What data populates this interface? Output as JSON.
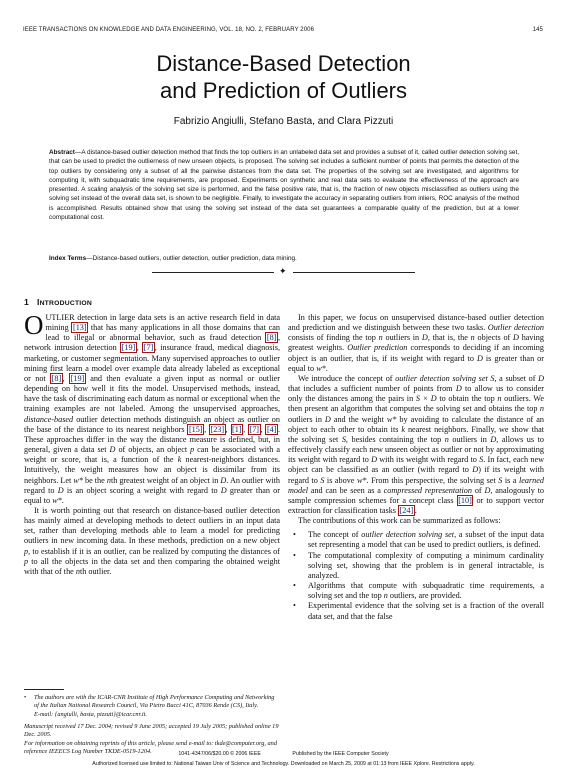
{
  "header": {
    "journal": "IEEE TRANSACTIONS ON KNOWLEDGE AND DATA ENGINEERING,    VOL. 18,    NO. 2,    FEBRUARY 2006",
    "page_number": "145"
  },
  "title_line1": "Distance-Based Detection",
  "title_line2": "and Prediction of Outliers",
  "authors": "Fabrizio Angiulli, Stefano Basta, and Clara Pizzuti",
  "abstract": {
    "label": "Abstract",
    "text": "—A distance-based outlier detection method that finds the top outliers in an unlabeled data set and provides a subset of it, called outlier detection solving set, that can be used to predict the outlierness of new unseen objects, is proposed. The solving set includes a sufficient number of points that permits the detection of the top outliers by considering only a subset of all the pairwise distances from the data set. The properties of the solving set are investigated, and algorithms for computing it, with subquadratic time requirements, are proposed. Experiments on synthetic and real data sets to evaluate the effectiveness of the approach are presented. A scaling analysis of the solving set size is performed, and the false positive rate, that is, the fraction of new objects misclassified as outliers using the solving set instead of the overall data set, is shown to be negligible. Finally, to investigate the accuracy in separating outliers from inliers, ROC analysis of the method is accomplished. Results obtained show that using the solving set instead of the data set guarantees a comparable quality of the prediction, but at a lower computational cost."
  },
  "index_terms": {
    "label": "Index Terms",
    "text": "—Distance-based outliers, outlier detection, outlier prediction, data mining."
  },
  "section": {
    "number": "1",
    "title_first": "I",
    "title_rest": "NTRODUCTION"
  },
  "left_col": {
    "dropcap": "O",
    "p1_a": "UTLIER",
    "p1_b": " detection in large data sets is an active research field in data mining ",
    "p1_ref1": "[13]",
    "p1_c": " that has many applications in all those domains that can lead to illegal or abnormal behavior, such as fraud detection ",
    "p1_ref2": "[8]",
    "p1_d": ", network intrusion detection ",
    "p1_ref3": "[19]",
    "p1_e": ", ",
    "p1_ref4": "[7]",
    "p1_f": ", insurance fraud, medical diagnosis, marketing, or customer segmentation. Many supervised approaches to outlier mining first learn a model over example data already labeled as exceptional or not ",
    "p1_ref5": "[8]",
    "p1_g": ", ",
    "p1_ref6": "[19]",
    "p1_h": " and then evaluate a given input as normal or outlier depending on how well it fits the model. Unsupervised methods, instead, have the task of discriminating each datum as normal or exceptional when the training examples are not labeled. Among the unsupervised approaches, ",
    "p1_i": "distance-based",
    "p1_j": " outlier detection methods distinguish an object as outlier on the base of the distance to its nearest neighbors ",
    "p1_ref7": "[15]",
    "p1_k": ", ",
    "p1_ref8": "[23]",
    "p1_l": ", ",
    "p1_ref9": "[1]",
    "p1_m": ", ",
    "p1_ref10": "[7]",
    "p1_n": ", ",
    "p1_ref11": "[4]",
    "p1_o": ". These approaches differ in the way the distance measure is defined, but, in general, given a data set ",
    "p1_p": "D",
    "p1_q": " of objects, an object ",
    "p1_r": "p",
    "p1_s": " can be associated with a weight or score, that is, a function of the ",
    "p1_t": "k",
    "p1_u": " nearest-neighbors distances. Intuitively, the weight measures how an object is dissimilar from its neighbors. Let ",
    "p1_v": "w*",
    "p1_w": " be the ",
    "p1_x": "n",
    "p1_y": "th greatest weight of an object in ",
    "p1_z": "D",
    "p1_za": ". An outlier with regard to ",
    "p1_zb": "D",
    "p1_zc": " is an object scoring a weight with regard to ",
    "p1_zd": "D",
    "p1_ze": " greater than or equal to ",
    "p1_zf": "w*",
    "p1_zg": ".",
    "p2_a": "It is worth pointing out that research on distance-based outlier detection has mainly aimed at developing methods to detect outliers in an input data set, rather than developing methods able to learn a model for predicting outliers in new incoming data. In these methods, prediction on a new object ",
    "p2_b": "p",
    "p2_c": ", to establish if it is an outlier, can be realized by computing the distances of ",
    "p2_d": "p",
    "p2_e": " to all the objects in the data set and then comparing the obtained weight with that of the ",
    "p2_f": "n",
    "p2_g": "th outlier."
  },
  "footnotes": {
    "bullet": "•",
    "affil_a": "The authors are with the ICAR-CNR Institute of High Performance Computing and Networking of the Italian National Research Council, Via Pietro Bucci 41C, 87036 Rende (CS), Italy.",
    "affil_b": "E-mail: {angiulli, basta, pizzuti}@icar.cnr.it.",
    "received": "Manuscript received 17 Dec. 2004; revised 9 June 2005; accepted 19 July 2005; published online 19 Dec. 2005.",
    "reprints": "For information on obtaining reprints of this article, please send e-mail to: tkde@computer.org, and reference IEEECS Log Number TKDE-0519-1204."
  },
  "right_col": {
    "p1_a": "In this paper, we focus on unsupervised distance-based outlier detection and prediction and we distinguish between these two tasks. ",
    "p1_b": "Outlier detection",
    "p1_c": " consists of finding the top ",
    "p1_d": "n",
    "p1_e": " outliers in ",
    "p1_f": "D",
    "p1_g": ", that is, the ",
    "p1_h": "n",
    "p1_i": " objects of ",
    "p1_j": "D",
    "p1_k": " having greatest weights. ",
    "p1_l": "Outlier prediction",
    "p1_m": " corresponds to deciding if an incoming object is an outlier, that is, if its weight with regard to ",
    "p1_n": "D",
    "p1_o": " is greater than or equal to ",
    "p1_p": "w*",
    "p1_q": ".",
    "p2_a": "We introduce the concept of ",
    "p2_b": "outlier detection solving set S",
    "p2_c": ", a subset of ",
    "p2_d": "D",
    "p2_e": " that includes a sufficient number of points from ",
    "p2_f": "D",
    "p2_g": " to allow us to consider only the distances among the pairs in ",
    "p2_h": "S × D",
    "p2_i": " to obtain the top ",
    "p2_j": "n",
    "p2_k": " outliers. We then present an algorithm that computes the solving set and obtains the top ",
    "p2_l": "n",
    "p2_m": " outliers in ",
    "p2_n": "D",
    "p2_o": " and the weight ",
    "p2_p": "w*",
    "p2_q": " by avoiding to calculate the distance of an object to each other to obtain its ",
    "p2_r": "k",
    "p2_s": " nearest neighbors. Finally, we show that the solving set ",
    "p2_t": "S",
    "p2_u": ", besides containing the top ",
    "p2_v": "n",
    "p2_w": " outliers in ",
    "p2_x": "D",
    "p2_y": ", allows us to effectively classify each new unseen object as outlier or not by approximating its weight with regard to ",
    "p2_z": "D",
    "p2_za": " with its weight with regard to ",
    "p2_zb": "S",
    "p2_zc": ". In fact, each new object can be classified as an outlier (with regard to ",
    "p2_zd": "D",
    "p2_ze": ") if its weight with regard to ",
    "p2_zf": "S",
    "p2_zg": " is above ",
    "p2_zh": "w*",
    "p2_zi": ". From this perspective, the solving set ",
    "p2_zj": "S",
    "p2_zk": " is a ",
    "p2_zl": "learned model",
    "p2_zm": " and can be seen as a ",
    "p2_zn": "compressed representation",
    "p2_zo": " of ",
    "p2_zp": "D",
    "p2_zq": ", analogously to sample compression schemes for a concept class ",
    "p2_ref1": "[10]",
    "p2_zr": " or to support vector extraction for classification tasks ",
    "p2_ref2": "[24]",
    "p2_zs": ".",
    "p3": "The contributions of this work can be summarized as follows:",
    "bullets": [
      {
        "a": "The concept of ",
        "b": "outlier detection solving set",
        "c": ", a subset of the input data set representing a model that can be used to predict outliers, is defined."
      },
      {
        "a": "The computational complexity of computing a minimum cardinality solving set, showing that the problem is in general intractable, is analyzed.",
        "b": "",
        "c": ""
      },
      {
        "a": "Algorithms that compute with subquadratic time requirements, a solving set and the top ",
        "b": "n",
        "c": " outliers, are provided."
      },
      {
        "a": "Experimental evidence that the solving set is a fraction of the overall data set, and that the false",
        "b": "",
        "c": ""
      }
    ],
    "bullet_symbol": "•"
  },
  "bottom": {
    "line1_left": "1041-4347/06/$20.00 © 2006 IEEE",
    "line1_right": "Published by the IEEE Computer Society",
    "line2": "Authorized licensed use limited to: National Taiwan Univ of Science and Technology. Downloaded on March 25, 2009 at 01:13 from IEEE Xplore.  Restrictions apply."
  }
}
